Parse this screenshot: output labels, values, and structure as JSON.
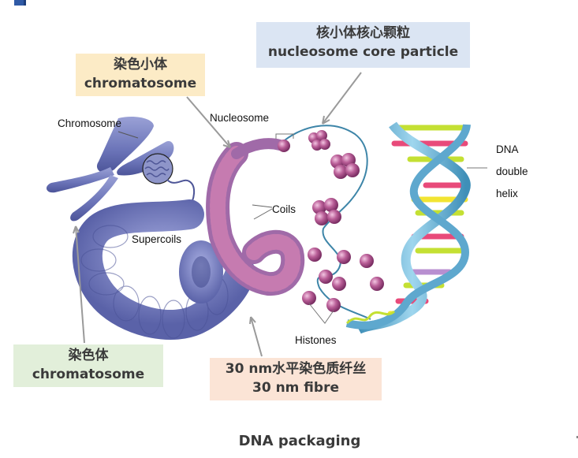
{
  "caption": "DNA packaging",
  "callout_boxes": {
    "nucleosome_core_particle": {
      "cn": "核小体核心颗粒",
      "en": "nucleosome core particle",
      "color": "#dbe5f3"
    },
    "chromatosome": {
      "cn": "染色小体",
      "en": "chromatosome",
      "color": "#fcebc6"
    },
    "chromosome_cn": {
      "cn": "染色体",
      "en": "chromatosome",
      "color": "#e2efda"
    },
    "fibre": {
      "cn": "30 nm水平染色质纤丝",
      "en": "30 nm fibre",
      "color": "#fbe4d6"
    }
  },
  "illustration_labels": {
    "chromosome": "Chromosome",
    "nucleosome": "Nucleosome",
    "coils": "Coils",
    "supercoils": "Supercoils",
    "histones": "Histones",
    "dna_line1": "DNA",
    "dna_line2": "double",
    "dna_line3": "helix"
  },
  "colors": {
    "chromosome_blue": "#6b74b8",
    "nucleosome_pink": "#b25a92",
    "dna_backbone": "#6fb6d8",
    "arrow_gray": "#9a9a9a"
  }
}
